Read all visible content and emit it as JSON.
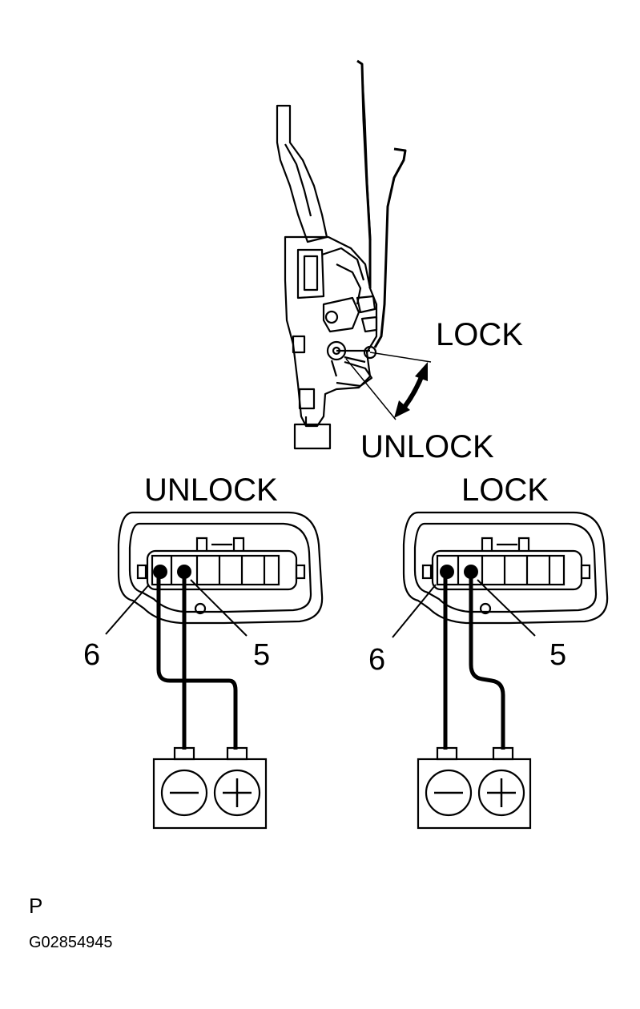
{
  "actuator": {
    "lock_label": "LOCK",
    "unlock_label": "UNLOCK"
  },
  "connectors": [
    {
      "title": "UNLOCK",
      "left_pin": "6",
      "right_pin": "5"
    },
    {
      "title": "LOCK",
      "left_pin": "6",
      "right_pin": "5"
    }
  ],
  "battery": {
    "negative_symbol": "−",
    "positive_symbol": "+"
  },
  "footer": {
    "letter": "P",
    "code": "G02854945"
  }
}
